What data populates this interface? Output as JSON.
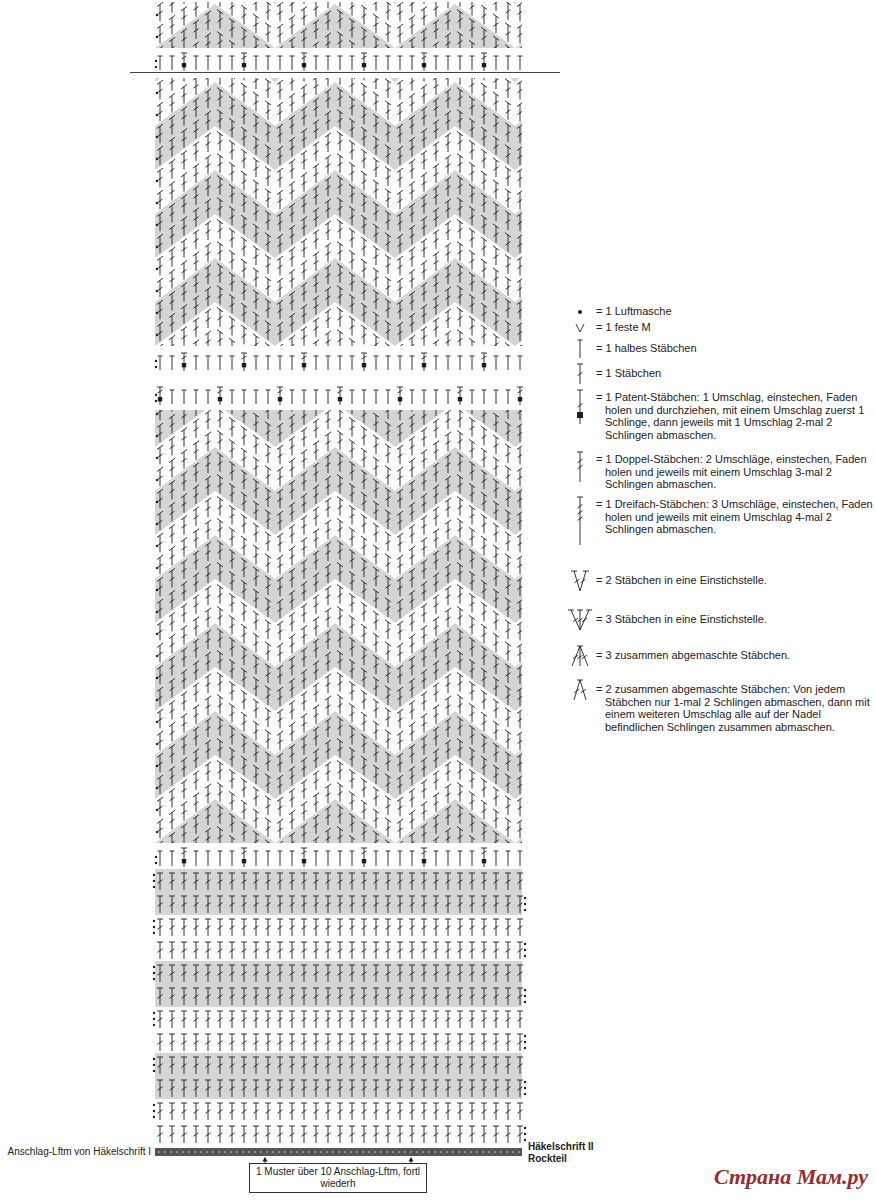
{
  "diagram": {
    "nodes": [
      {
        "text": [
          "1 Muster über 10 Anschlag-Lftm, fortl wiederh"
        ]
      }
    ],
    "labels": [
      "Anschlag-Lftm von Häkelschrift I",
      "Häkelschrift II Rockteil",
      "Страна Мам.ру"
    ],
    "legend": [
      {
        "text": "= 1 Luftmasche"
      },
      {
        "text": "= 1 feste M"
      },
      {
        "text": "= 1 halbes Stäbchen"
      },
      {
        "text": "= 1 Stäbchen"
      },
      {
        "text": "= 1 Patent-Stäbchen: 1 Umschlag, einstechen, Faden holen und durchziehen, mit einem Umschlag zuerst 1 Schlinge, dann jeweils mit 1 Umschlag 2-mal 2 Schlingen abmaschen."
      },
      {
        "text": "= 1 Doppel-Stäbchen: 2 Umschläge, einstechen, Faden holen und jeweils mit einem Umschlag 3-mal 2 Schlingen abmaschen."
      },
      {
        "text": "= 1 Dreifach-Stäbchen: 3 Umschläge, einstechen, Faden holen und jeweils mit einem Umschlag 4-mal 2 Schlingen abmaschen."
      },
      {
        "text": "= 2 Stäbchen in eine Einstichstelle."
      },
      {
        "text": "= 3 Stäbchen in eine Einstichstelle."
      },
      {
        "text": "= 3 zusammen abgemaschte Stäbchen."
      },
      {
        "text": "= 2 zusammen abgemaschte Stäbchen: Von jedem Stäbchen nur 1-mal 2 Schlingen abmaschen, dann mit einem weiteren Umschlag alle auf der Nadel befindlichen Schlingen zusammen abmaschen."
      }
    ]
  }
}
